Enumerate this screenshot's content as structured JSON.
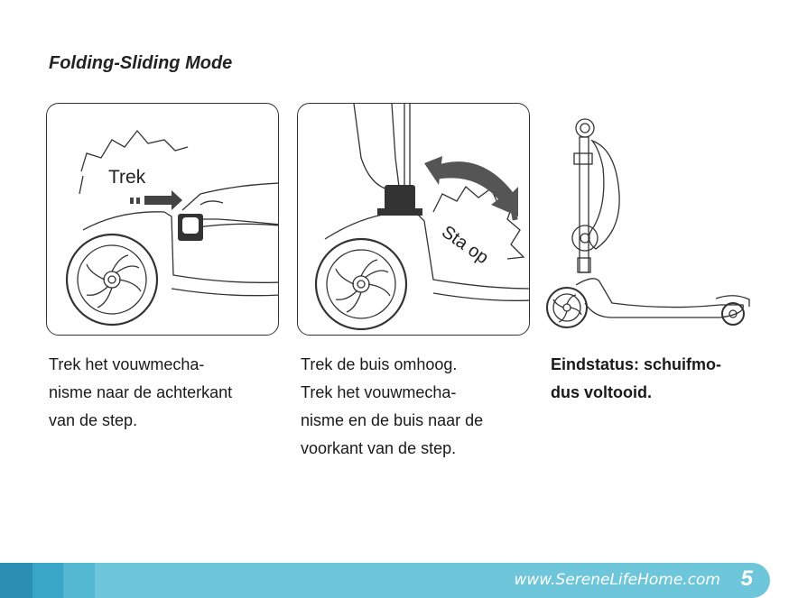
{
  "title": "Folding-Sliding Mode",
  "panels": {
    "p1_label": "Trek",
    "p2_label": "Sta op"
  },
  "captions": {
    "c1": [
      "Trek het vouwmecha-",
      "nisme naar de achterkant",
      "van de step."
    ],
    "c2": [
      "Trek de buis omhoog.",
      "Trek het vouwmecha-",
      "nisme en de buis naar de",
      "voorkant van de step."
    ],
    "c3": [
      "Eindstatus: schuifmo-",
      "dus voltooid."
    ]
  },
  "footer": {
    "url": "www.SereneLifeHome.com",
    "page": "5"
  },
  "colors": {
    "footer_bar": "#6dc6d9",
    "footer_dark": "#2b8fb4",
    "arrow": "#555555"
  }
}
